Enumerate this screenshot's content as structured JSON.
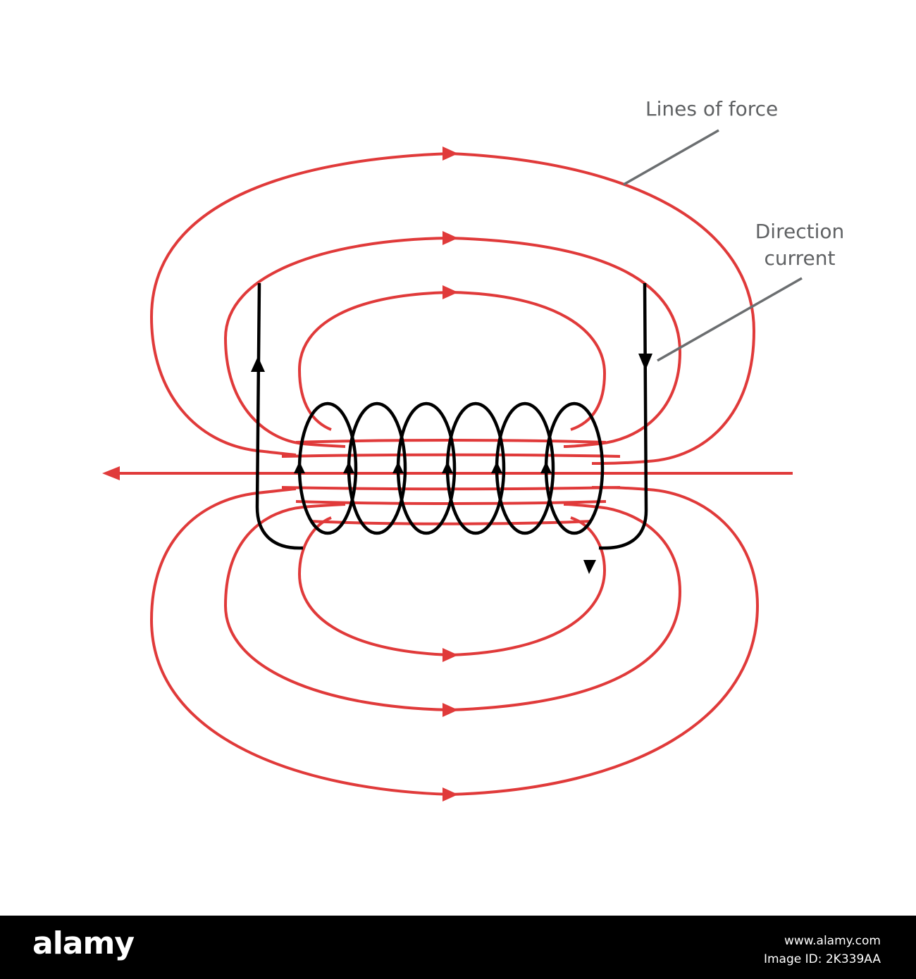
{
  "labels": {
    "lines_of_force": "Lines of force",
    "direction_line1": "Direction",
    "direction_line2": "current"
  },
  "colors": {
    "field_lines": "#e03a3a",
    "coil": "#000000",
    "leader": "#6b6e70",
    "label_text": "#5f6163"
  },
  "footer": {
    "logo": "alamy",
    "image_id": "Image ID: 2K339AA",
    "url": "www.alamy.com"
  }
}
